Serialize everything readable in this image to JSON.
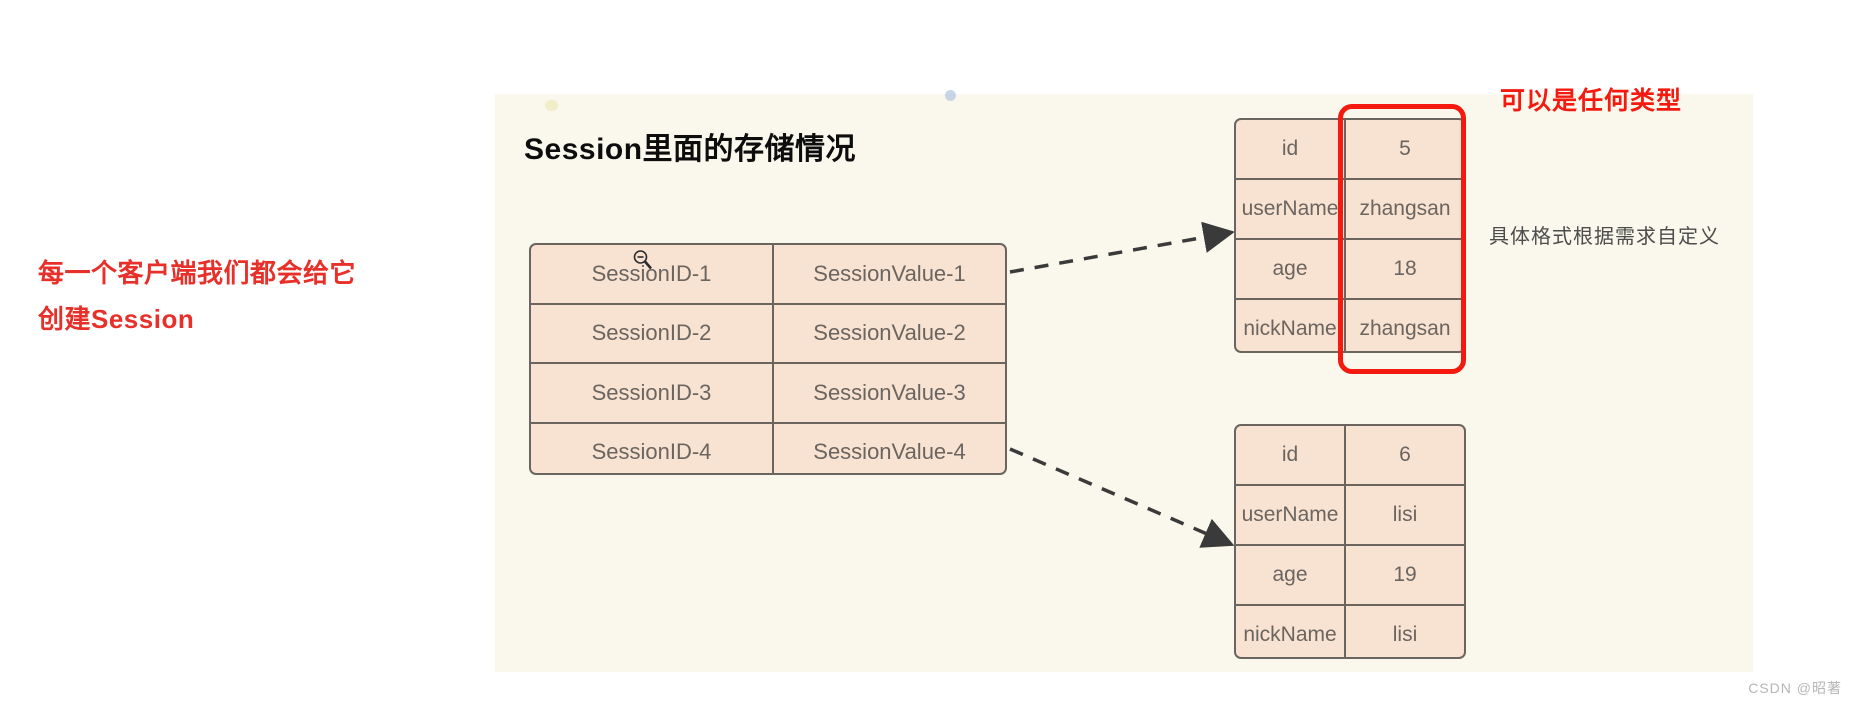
{
  "watermark": "CSDN @昭著",
  "annotations": {
    "left_note_line1": "每一个客户端我们都会给它",
    "left_note_line2": "创建Session",
    "type_note": "可以是任何类型",
    "format_note": "具体格式根据需求自定义"
  },
  "slide": {
    "title": "Session里面的存储情况",
    "background_color": "#faf8ec",
    "table_fill_color": "#f8e2d2",
    "table_border_color": "#6b6560",
    "highlight_color": "#f41a0f",
    "annotation_red": "#e8302a"
  },
  "session_table": {
    "rows": [
      {
        "key": "SessionID-1",
        "value": "SessionValue-1"
      },
      {
        "key": "SessionID-2",
        "value": "SessionValue-2"
      },
      {
        "key": "SessionID-3",
        "value": "SessionValue-3"
      },
      {
        "key": "SessionID-4",
        "value": "SessionValue-4"
      }
    ]
  },
  "user_table_1": {
    "rows": [
      {
        "key": "id",
        "value": "5"
      },
      {
        "key": "userName",
        "value": "zhangsan"
      },
      {
        "key": "age",
        "value": "18"
      },
      {
        "key": "nickName",
        "value": "zhangsan"
      }
    ]
  },
  "user_table_2": {
    "rows": [
      {
        "key": "id",
        "value": "6"
      },
      {
        "key": "userName",
        "value": "lisi"
      },
      {
        "key": "age",
        "value": "19"
      },
      {
        "key": "nickName",
        "value": "lisi"
      }
    ]
  }
}
